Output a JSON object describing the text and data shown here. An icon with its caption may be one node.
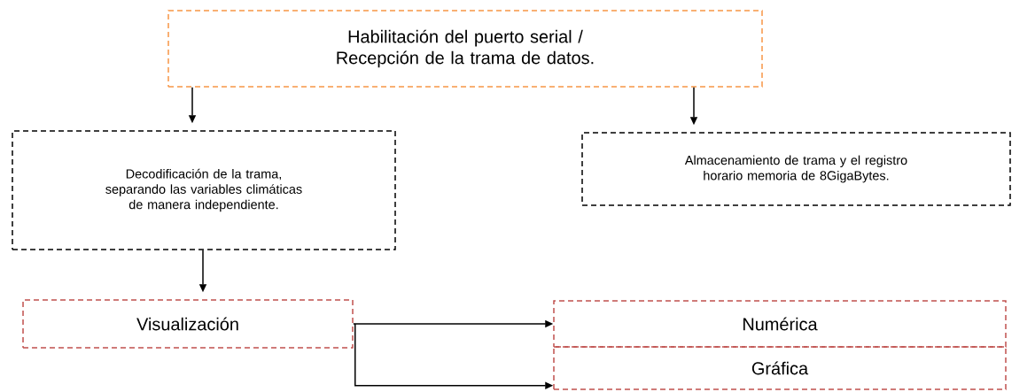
{
  "diagram": {
    "nodes": [
      {
        "text": [
          "Habilitación del puerto serial / Recepción de la trama de datos."
        ]
      },
      {
        "text": [
          "Decodificación de la trama, separando las variables climáticas de manera independiente."
        ]
      },
      {
        "text": [
          "Almacenamiento de trama y el registro horario memoria de 8GigaBytes."
        ]
      },
      {
        "text": [
          "Visualización"
        ]
      },
      {
        "text": [
          "Numérica"
        ]
      },
      {
        "text": [
          "Gráfica"
        ]
      }
    ],
    "edges": [
      {
        "from": 0,
        "to": 1,
        "arrow": "to"
      },
      {
        "from": 0,
        "to": 2,
        "arrow": "to"
      },
      {
        "from": 1,
        "to": 3,
        "arrow": "to"
      },
      {
        "from": 3,
        "to": 4,
        "arrow": "to"
      },
      {
        "from": 3,
        "to": 5,
        "arrow": "to"
      }
    ]
  }
}
